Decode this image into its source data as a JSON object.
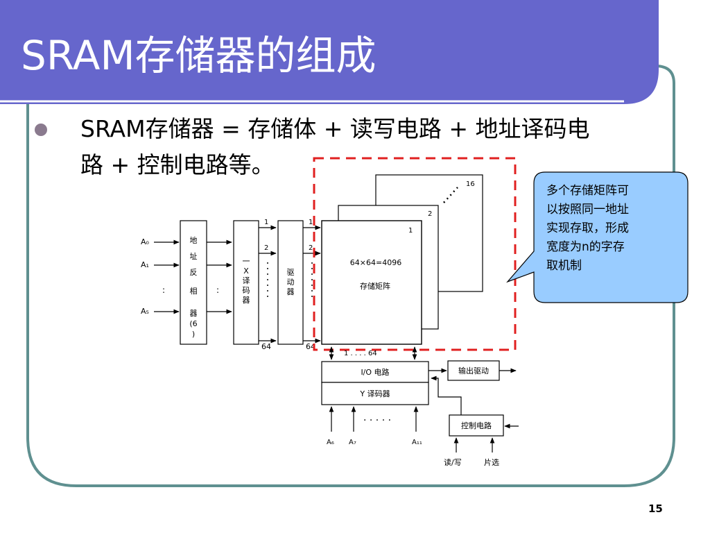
{
  "slide": {
    "title": "SRAM存储器的组成",
    "bullet_line1": "SRAM存储器 = 存储体 + 读写电路 + 地址译码电",
    "bullet_line2": "路 + 控制电路等。",
    "page_number": "15"
  },
  "callout": {
    "line1": "多个存储矩阵可",
    "line2": "以按照同一地址",
    "line3": "实现存取，形成",
    "line4": "宽度为n的字存",
    "line5": "取机制"
  },
  "diagram": {
    "addr_a0": "A₀",
    "addr_a1": "A₁",
    "addr_a5": "A₅",
    "addr_dots": ":",
    "inverter_label": [
      "地",
      "址",
      "反",
      "相",
      "器",
      "(6",
      ")"
    ],
    "x_decoder_label": [
      "一",
      "X",
      "译",
      "码",
      "器"
    ],
    "driver_label": [
      "驱",
      "动",
      "器"
    ],
    "line_1": "1",
    "line_2": "2",
    "line_64": "64",
    "matrix_spec": "64×64=4096",
    "matrix_name": "存储矩阵",
    "layer_1": "1",
    "layer_2": "2",
    "layer_16": "16",
    "col_labels": "1 . . . . 64",
    "io_circuit": "I/O  电路",
    "y_decoder": "Y 译码器",
    "output_driver": "输出驱动",
    "control_circuit": "控制电路",
    "addr_a6": "A₆",
    "addr_a7": "A₇",
    "addr_a11": "A₁₁",
    "y_dots": ". . . . .",
    "read_write": "读/写",
    "chip_select": "片选"
  },
  "colors": {
    "title_bar": "#6666cc",
    "frame_border": "#5f9090",
    "dashed_box": "#e02020",
    "callout_fill": "#99ccff"
  }
}
